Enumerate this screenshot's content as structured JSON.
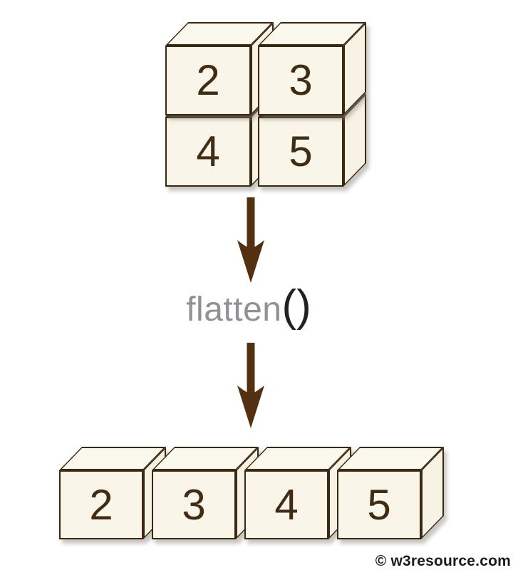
{
  "page": {
    "background": "#ffffff"
  },
  "colors": {
    "cube_fill": "#faf5e9",
    "cube_top_fill": "#fbf8ee",
    "cube_side_fill": "#f7f2e4",
    "cube_border": "#3a2812",
    "digit": "#402c15",
    "arrow": "#53300f",
    "function_name_text": "#8f9194",
    "parens_text": "#222222",
    "watermark_text": "#1a1a1a"
  },
  "matrix": {
    "description": "2x2 array before flatten",
    "cells": [
      {
        "label": "2"
      },
      {
        "label": "3"
      },
      {
        "label": "4"
      },
      {
        "label": "5"
      }
    ]
  },
  "operation": {
    "function_name": "flatten",
    "parens": "()"
  },
  "result": {
    "description": "1x4 flattened array",
    "cells": [
      {
        "label": "2"
      },
      {
        "label": "3"
      },
      {
        "label": "4"
      },
      {
        "label": "5"
      }
    ]
  },
  "watermark": {
    "text": "© w3resource.com"
  }
}
